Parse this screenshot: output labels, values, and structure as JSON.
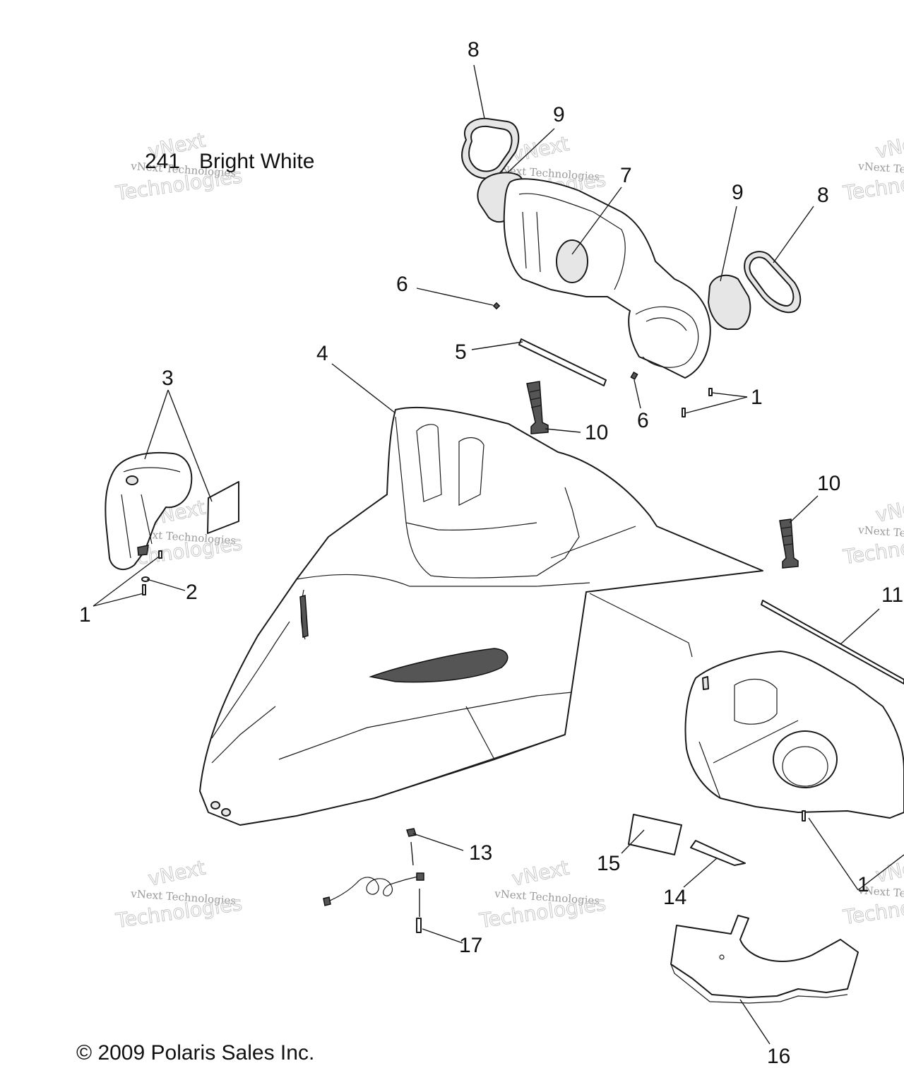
{
  "header": {
    "color_code": "241",
    "color_name": "Bright White"
  },
  "footer": {
    "copyright": "© 2009 Polaris Sales Inc."
  },
  "callouts": {
    "c8a": "8",
    "c9a": "9",
    "c7": "7",
    "c9b": "9",
    "c8b": "8",
    "c6a": "6",
    "c5": "5",
    "c6b": "6",
    "c1a": "1",
    "c4": "4",
    "c3": "3",
    "c10a": "10",
    "c10b": "10",
    "c2": "2",
    "c1b": "1",
    "c11": "11",
    "c13": "13",
    "c15": "15",
    "c14": "14",
    "c1c": "1",
    "c17": "17",
    "c16": "16"
  },
  "watermark": {
    "line1": "vNext Technologies",
    "line2": "Technologies",
    "brand": "vNext"
  },
  "colors": {
    "line": "#1a1a1a",
    "watermark": "#c8c8c8",
    "background": "#ffffff"
  }
}
